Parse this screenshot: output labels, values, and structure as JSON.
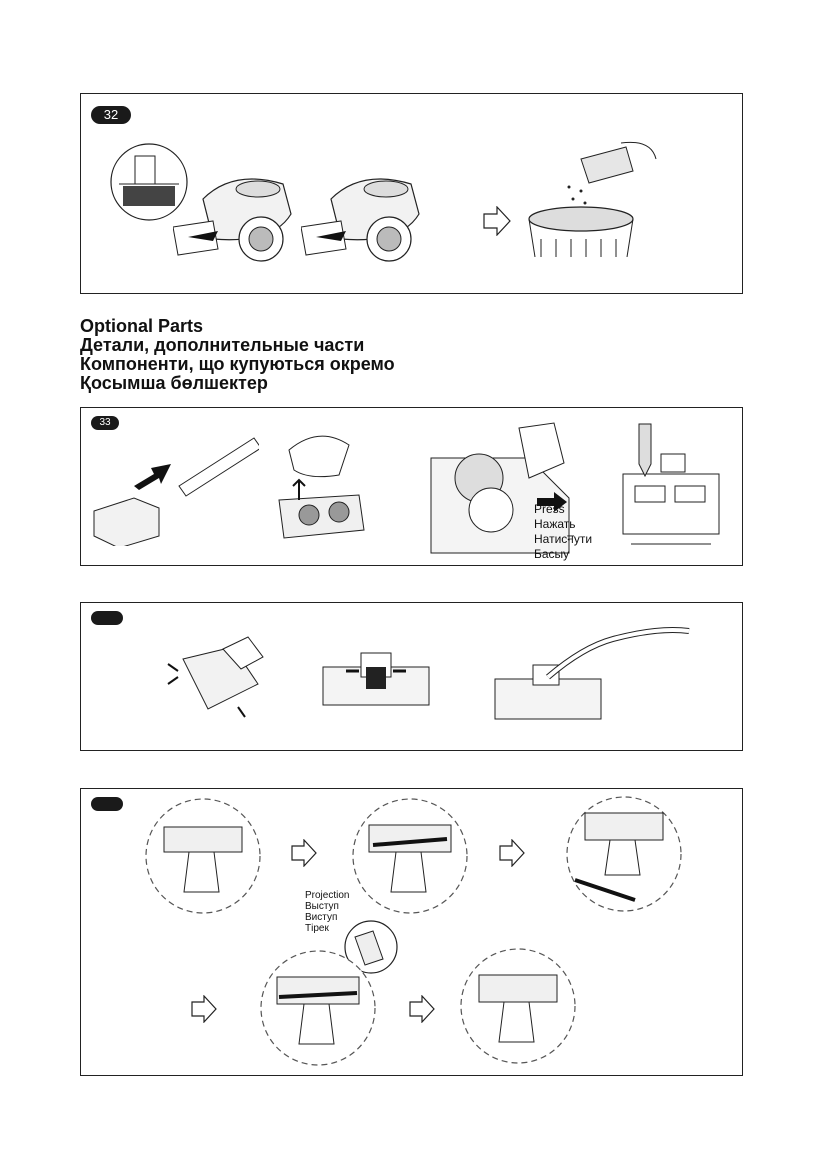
{
  "step32": {
    "badge": "32"
  },
  "headings": {
    "en": "Optional Parts",
    "ru": "Детали, дополнительные части",
    "uk": "Компоненти, що купуються окремо",
    "kk": "Қосымша бөлшектер"
  },
  "step33": {
    "badge": "33",
    "press_labels": [
      "Press",
      "Нажать",
      "Натисनути",
      "Басыу"
    ]
  },
  "step34": {
    "badge": ""
  },
  "step35": {
    "badge": "",
    "projection_labels": [
      "Projection",
      "Выступ",
      "Виступ",
      "Тірек"
    ]
  }
}
